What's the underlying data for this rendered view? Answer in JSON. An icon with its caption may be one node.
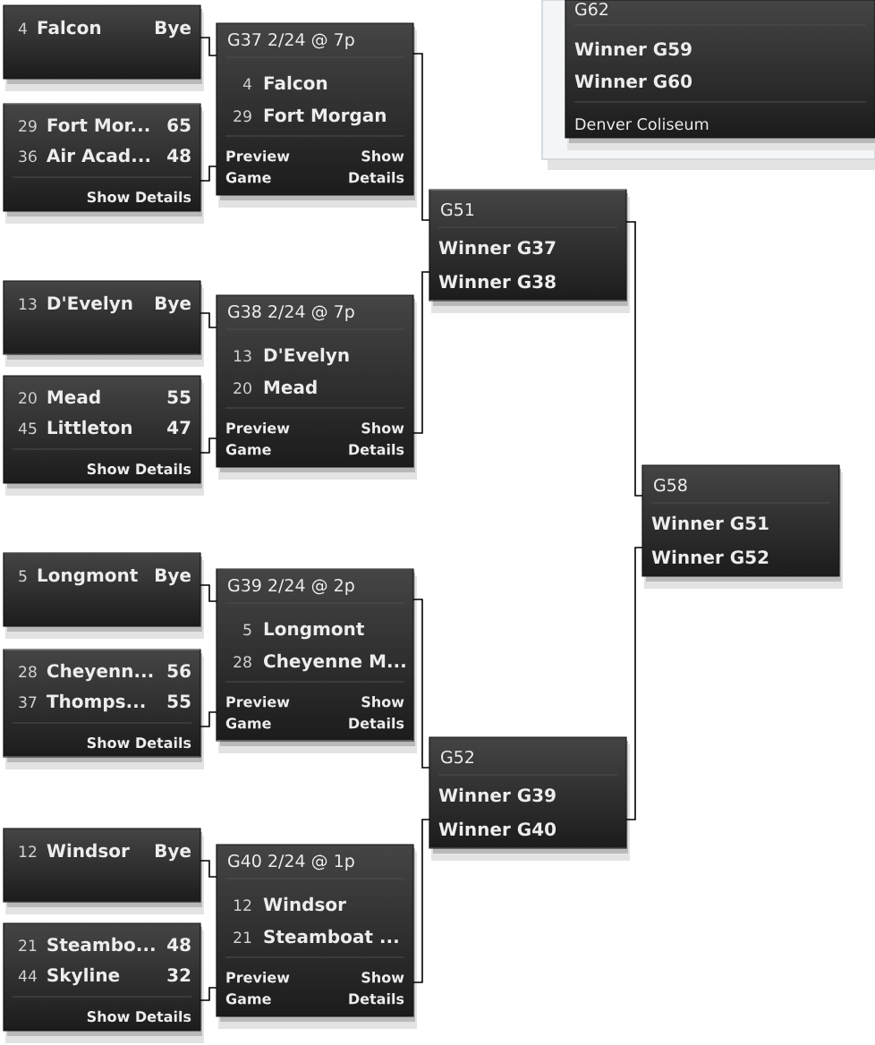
{
  "diagram": {
    "nodes": [
      {
        "text": [
          "4",
          "Falcon",
          "Bye"
        ]
      },
      {
        "text": [
          "29",
          "Fort Mor...",
          "65",
          "36",
          "Air Acad...",
          "48",
          "Show Details"
        ]
      },
      {
        "text": [
          "G37 2/24 @ 7p",
          "4",
          "Falcon",
          "29",
          "Fort Morgan",
          "Preview Game",
          "Show Details"
        ]
      },
      {
        "text": [
          "13",
          "D'Evelyn",
          "Bye"
        ]
      },
      {
        "text": [
          "20",
          "Mead",
          "55",
          "45",
          "Littleton",
          "47",
          "Show Details"
        ]
      },
      {
        "text": [
          "G38 2/24 @ 7p",
          "13",
          "D'Evelyn",
          "20",
          "Mead",
          "Preview Game",
          "Show Details"
        ]
      },
      {
        "text": [
          "5",
          "Longmont",
          "Bye"
        ]
      },
      {
        "text": [
          "28",
          "Cheyenn...",
          "56",
          "37",
          "Thomps...",
          "55",
          "Show Details"
        ]
      },
      {
        "text": [
          "G39 2/24 @ 2p",
          "5",
          "Longmont",
          "28",
          "Cheyenne M...",
          "Preview Game",
          "Show Details"
        ]
      },
      {
        "text": [
          "12",
          "Windsor",
          "Bye"
        ]
      },
      {
        "text": [
          "21",
          "Steambo...",
          "48",
          "44",
          "Skyline",
          "32",
          "Show Details"
        ]
      },
      {
        "text": [
          "G40 2/24 @ 1p",
          "12",
          "Windsor",
          "21",
          "Steamboat ...",
          "Preview Game",
          "Show Details"
        ]
      },
      {
        "text": [
          "G51",
          "Winner G37",
          "Winner G38"
        ]
      },
      {
        "text": [
          "G52",
          "Winner G39",
          "Winner G40"
        ]
      },
      {
        "text": [
          "G58",
          "Winner G51",
          "Winner G52"
        ]
      },
      {
        "text": [],
        "shape": "box"
      },
      {
        "text": [
          "G62",
          "Winner G59",
          "Winner G60",
          "Denver Coliseum"
        ],
        "in": 15
      }
    ],
    "edges": [
      {
        "from": 0,
        "to": 2,
        "arrow": "none"
      },
      {
        "from": 1,
        "to": 2,
        "arrow": "none"
      },
      {
        "from": 3,
        "to": 5,
        "arrow": "none"
      },
      {
        "from": 4,
        "to": 5,
        "arrow": "none"
      },
      {
        "from": 6,
        "to": 8,
        "arrow": "none"
      },
      {
        "from": 7,
        "to": 8,
        "arrow": "none"
      },
      {
        "from": 9,
        "to": 11,
        "arrow": "none"
      },
      {
        "from": 10,
        "to": 11,
        "arrow": "none"
      },
      {
        "from": 2,
        "to": 12,
        "arrow": "none"
      },
      {
        "from": 5,
        "to": 12,
        "arrow": "none"
      },
      {
        "from": 8,
        "to": 13,
        "arrow": "none"
      },
      {
        "from": 11,
        "to": 13,
        "arrow": "none"
      },
      {
        "from": 12,
        "to": 14,
        "arrow": "none"
      },
      {
        "from": 13,
        "to": 14,
        "arrow": "none"
      }
    ]
  }
}
